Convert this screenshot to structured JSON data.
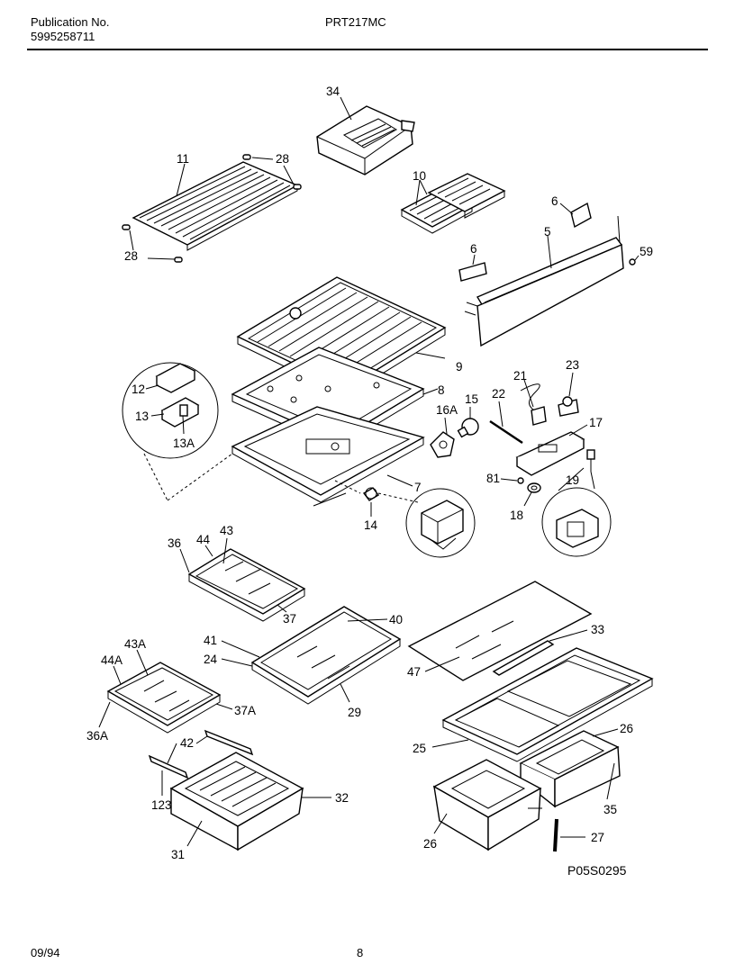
{
  "header": {
    "publication_label": "Publication No.",
    "publication_number": "5995258711",
    "model": "PRT217MC"
  },
  "footer": {
    "date": "09/94",
    "page": "8"
  },
  "diagram_code": "P05S0295",
  "callouts": [
    "34",
    "11",
    "28",
    "10",
    "6",
    "5",
    "59",
    "28",
    "6",
    "9",
    "12",
    "13",
    "13A",
    "8",
    "21",
    "23",
    "22",
    "15",
    "16A",
    "17",
    "81",
    "19",
    "7",
    "14",
    "18",
    "43",
    "36",
    "44",
    "37",
    "40",
    "41",
    "24",
    "33",
    "43A",
    "44A",
    "47",
    "29",
    "37A",
    "36A",
    "42",
    "26",
    "25",
    "123",
    "32",
    "35",
    "31",
    "26",
    "27"
  ]
}
